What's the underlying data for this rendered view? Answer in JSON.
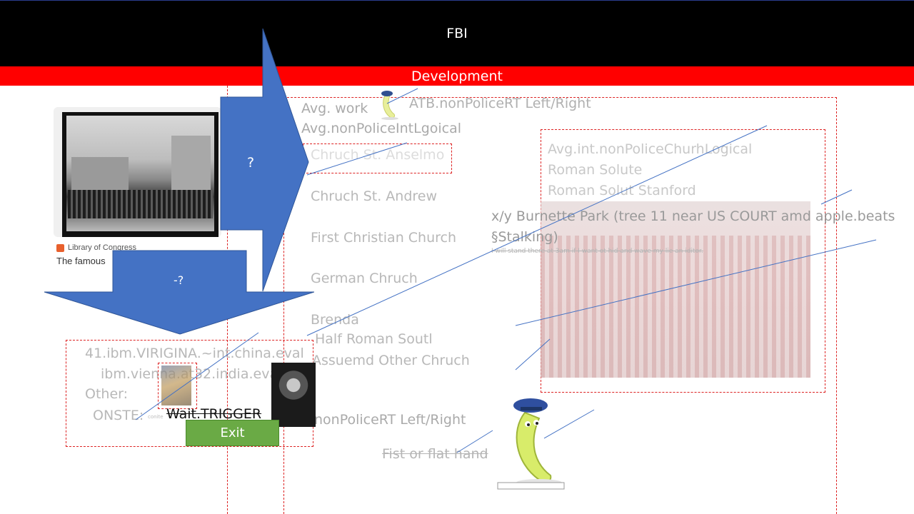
{
  "header": {
    "title": "FBI"
  },
  "banner": {
    "label": "Development"
  },
  "arrows": {
    "right_label": "?",
    "down_label": "-?"
  },
  "photo_caption": {
    "source": "Library of Congress",
    "text": "The famous"
  },
  "center_list": {
    "line1": "Avg. work",
    "line2": "Avg.nonPoliceIntLgoical",
    "top_right": "ATB.nonPoliceRT  Left/Right",
    "items": [
      "Chruch St. Anselmo",
      "Chruch St. Andrew",
      "First Christian Church",
      "German Chruch",
      "Brenda",
      "Half Roman Soutl",
      "Assuemd Other Chruch"
    ],
    "bottom": "nonPoliceRT  Left/Right",
    "struck": "Fist or flat hand"
  },
  "right_panel": {
    "lines": [
      "Avg.int.nonPoliceChurhLogical",
      "Roman Solute",
      "Roman Solut Stanford"
    ],
    "burnette": "x/y Burnette Park (tree 11 near US COURT amd apple.beats",
    "stalking": "§Stalking)",
    "fine_print": "I will stand there at 3am if I want ot hid and wave my lie an iditor."
  },
  "left_box": {
    "line1": "41.ibm.VIRIGINA.~int.china.eval",
    "line2": "ibm.vienna.at32.india.eval",
    "line3": "Other:",
    "line4": "ONSTE:",
    "tiny": "conite",
    "trigger": "Wait.TRIGGER",
    "exit": "Exit"
  },
  "colors": {
    "header_bg": "#000000",
    "banner_bg": "#ff0000",
    "arrow": "#4472c4",
    "exit": "#6aaa45",
    "dashed": "#dd2222"
  }
}
